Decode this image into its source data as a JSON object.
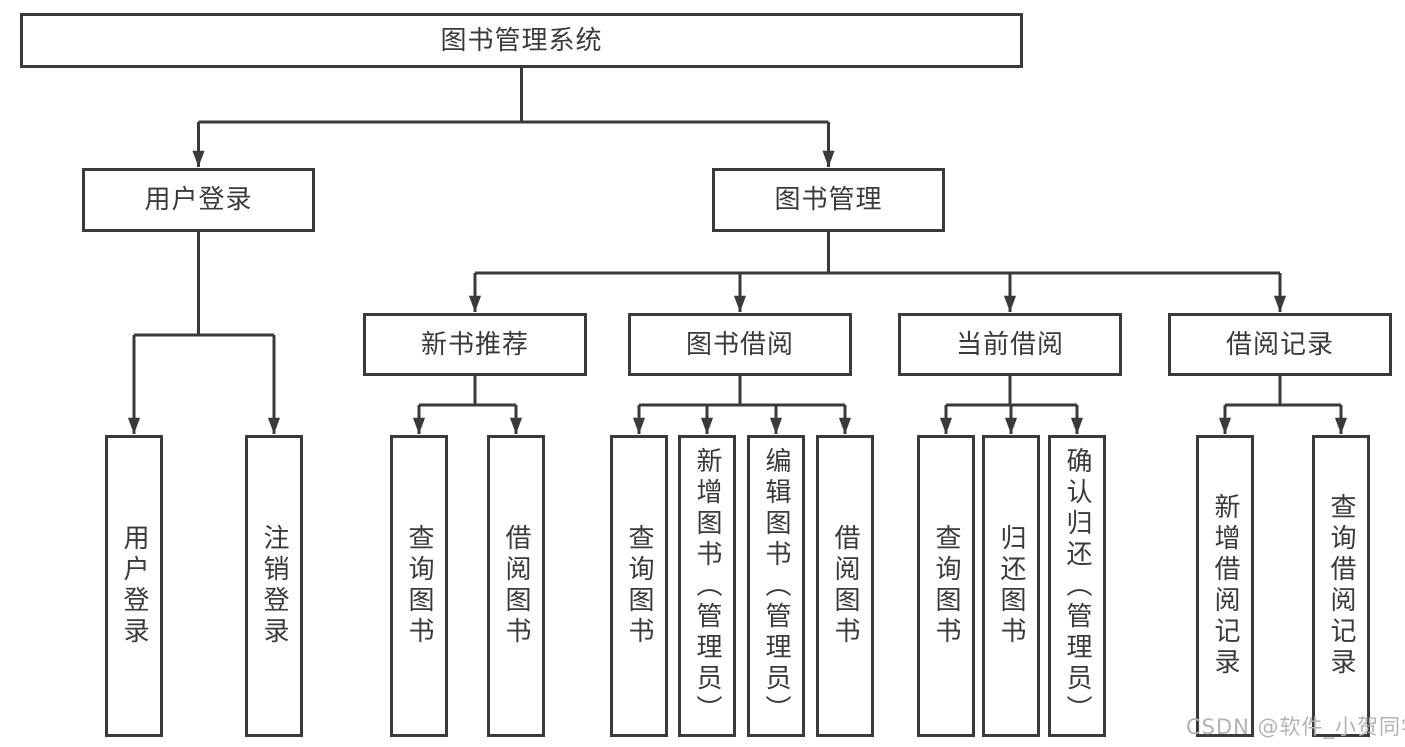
{
  "tree": {
    "root": {
      "label": "图书管理系统"
    },
    "branches": [
      {
        "label": "用户登录",
        "children": [
          {
            "label": "用户登录"
          },
          {
            "label": "注销登录"
          }
        ]
      },
      {
        "label": "图书管理",
        "children": [
          {
            "label": "新书推荐",
            "children": [
              {
                "label": "查询图书"
              },
              {
                "label": "借阅图书"
              }
            ]
          },
          {
            "label": "图书借阅",
            "children": [
              {
                "label": "查询图书"
              },
              {
                "label": "新增图书（管理员）"
              },
              {
                "label": "编辑图书（管理员）"
              },
              {
                "label": "借阅图书"
              }
            ]
          },
          {
            "label": "当前借阅",
            "children": [
              {
                "label": "查询图书"
              },
              {
                "label": "归还图书"
              },
              {
                "label": "确认归还（管理员）"
              }
            ]
          },
          {
            "label": "借阅记录",
            "children": [
              {
                "label": "新增借阅记录"
              },
              {
                "label": "查询借阅记录"
              }
            ]
          }
        ]
      }
    ]
  },
  "watermark": {
    "text": "CSDN @软件_小贺同学"
  },
  "colors": {
    "line": "#3a3a3a",
    "text": "#3a3a3a",
    "background": "#ffffff",
    "watermark": "#b3b3b3"
  }
}
